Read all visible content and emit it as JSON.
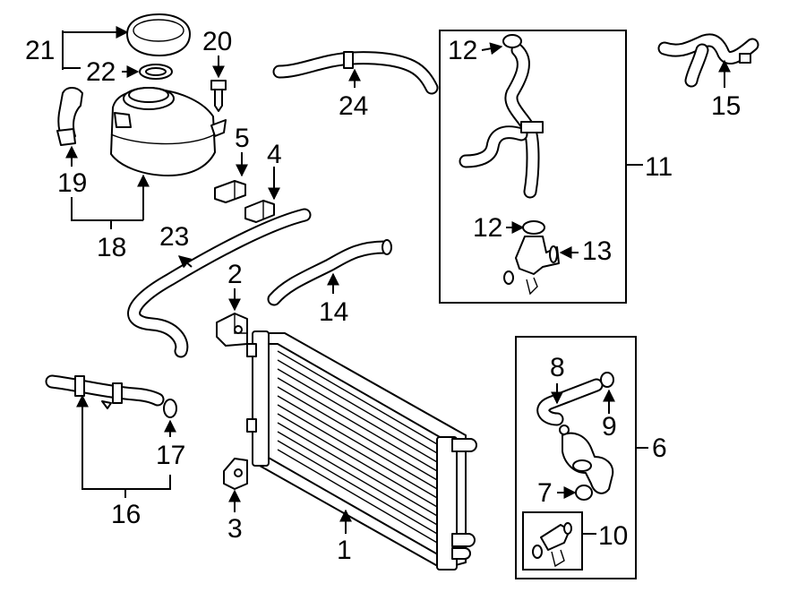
{
  "callouts": {
    "c1": "1",
    "c2": "2",
    "c3": "3",
    "c4": "4",
    "c5": "5",
    "c6": "6",
    "c7": "7",
    "c8": "8",
    "c9": "9",
    "c10": "10",
    "c11": "11",
    "c12a": "12",
    "c12b": "12",
    "c13": "13",
    "c14": "14",
    "c15": "15",
    "c16": "16",
    "c17": "17",
    "c18": "18",
    "c19": "19",
    "c20": "20",
    "c21": "21",
    "c22": "22",
    "c23": "23",
    "c24": "24"
  }
}
